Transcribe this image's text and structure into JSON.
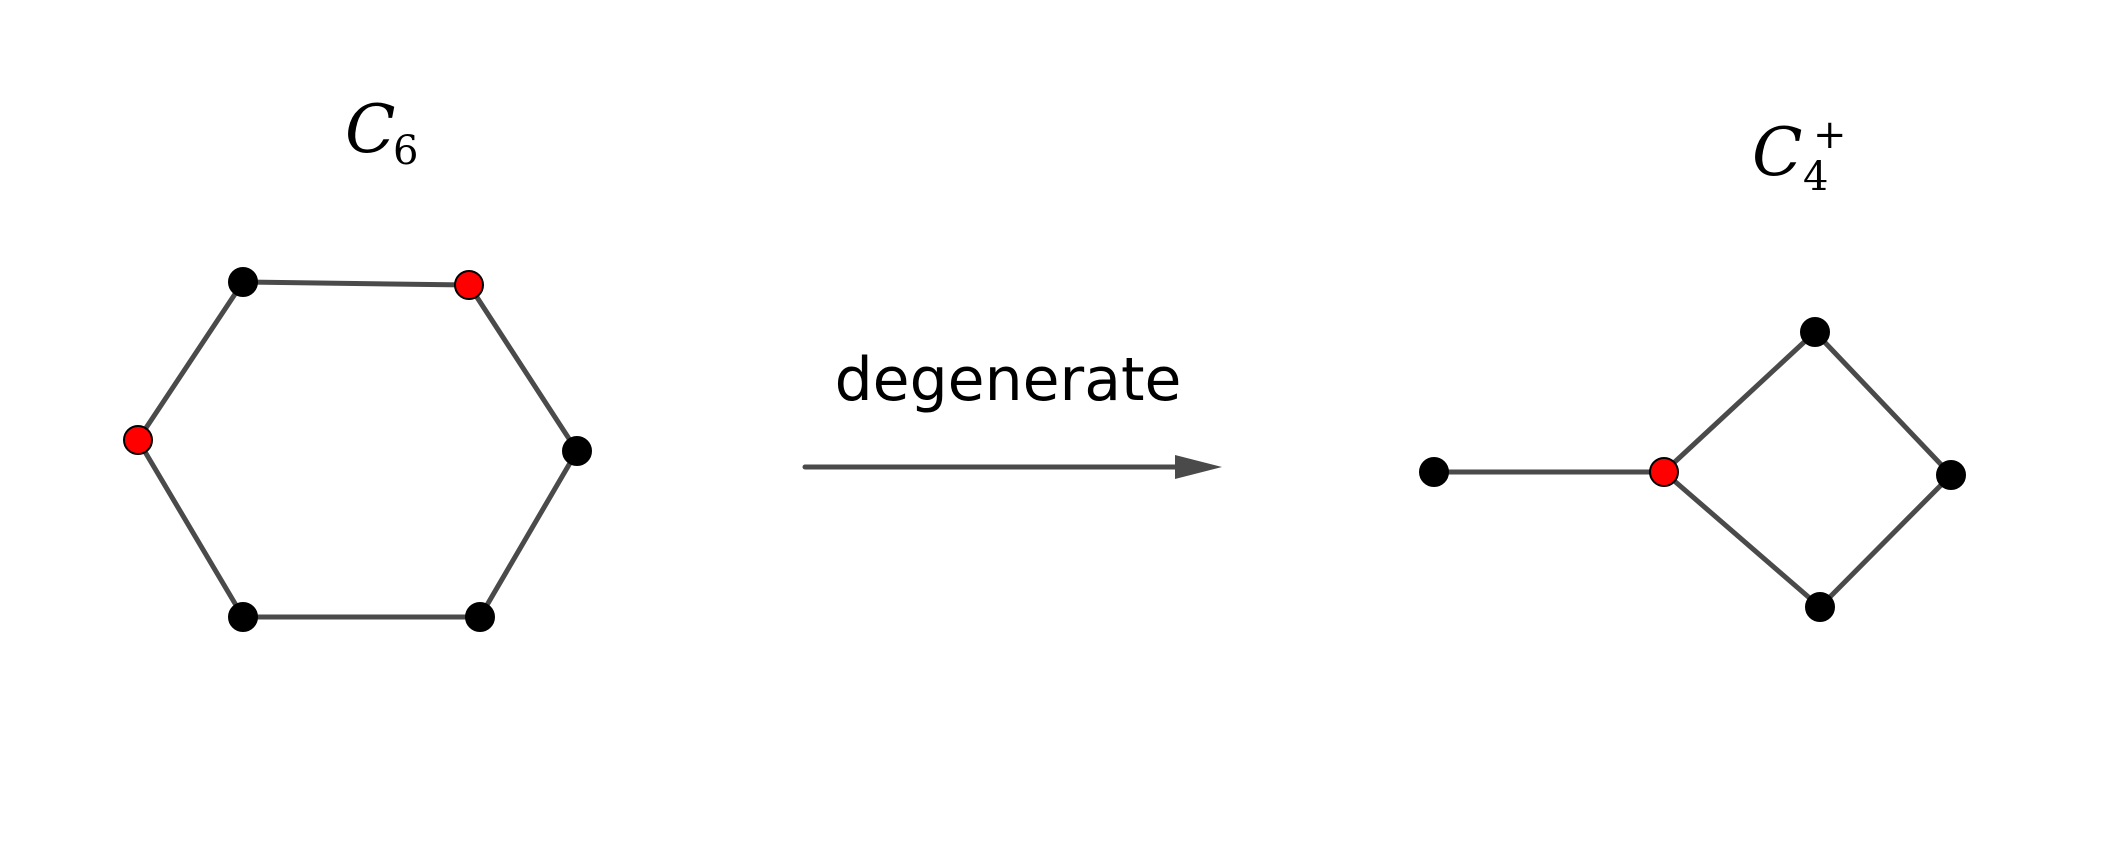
{
  "left_graph": {
    "label_main": "C",
    "label_subscript": "6",
    "vertices": [
      {
        "id": "a",
        "color": "black"
      },
      {
        "id": "b",
        "color": "red"
      },
      {
        "id": "c",
        "color": "black"
      },
      {
        "id": "d",
        "color": "black"
      },
      {
        "id": "e",
        "color": "black"
      },
      {
        "id": "f",
        "color": "red"
      }
    ],
    "edges": [
      [
        "a",
        "b"
      ],
      [
        "b",
        "c"
      ],
      [
        "c",
        "d"
      ],
      [
        "d",
        "e"
      ],
      [
        "e",
        "f"
      ],
      [
        "f",
        "a"
      ]
    ]
  },
  "arrow": {
    "label": "degenerate"
  },
  "right_graph": {
    "label_main": "C",
    "label_subscript": "4",
    "label_superscript": "+",
    "vertices": [
      {
        "id": "p",
        "color": "black"
      },
      {
        "id": "q",
        "color": "red"
      },
      {
        "id": "r",
        "color": "black"
      },
      {
        "id": "s",
        "color": "black"
      },
      {
        "id": "t",
        "color": "black"
      }
    ],
    "edges": [
      [
        "p",
        "q"
      ],
      [
        "q",
        "r"
      ],
      [
        "r",
        "s"
      ],
      [
        "s",
        "t"
      ],
      [
        "t",
        "q"
      ]
    ]
  },
  "colors": {
    "black_vertex": "#000000",
    "red_vertex": "#ff0000",
    "edge": "#4a4a4a"
  }
}
